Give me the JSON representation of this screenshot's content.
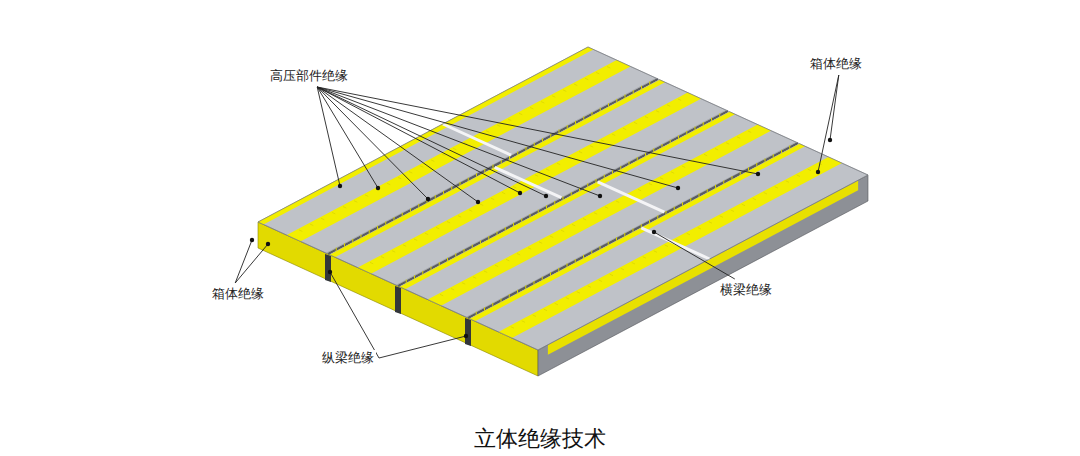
{
  "diagram": {
    "caption": "立体绝缘技术",
    "labels": [
      "高压部件绝缘",
      "箱体绝缘",
      "箱体绝缘",
      "纵梁绝缘",
      "横梁绝缘"
    ]
  }
}
